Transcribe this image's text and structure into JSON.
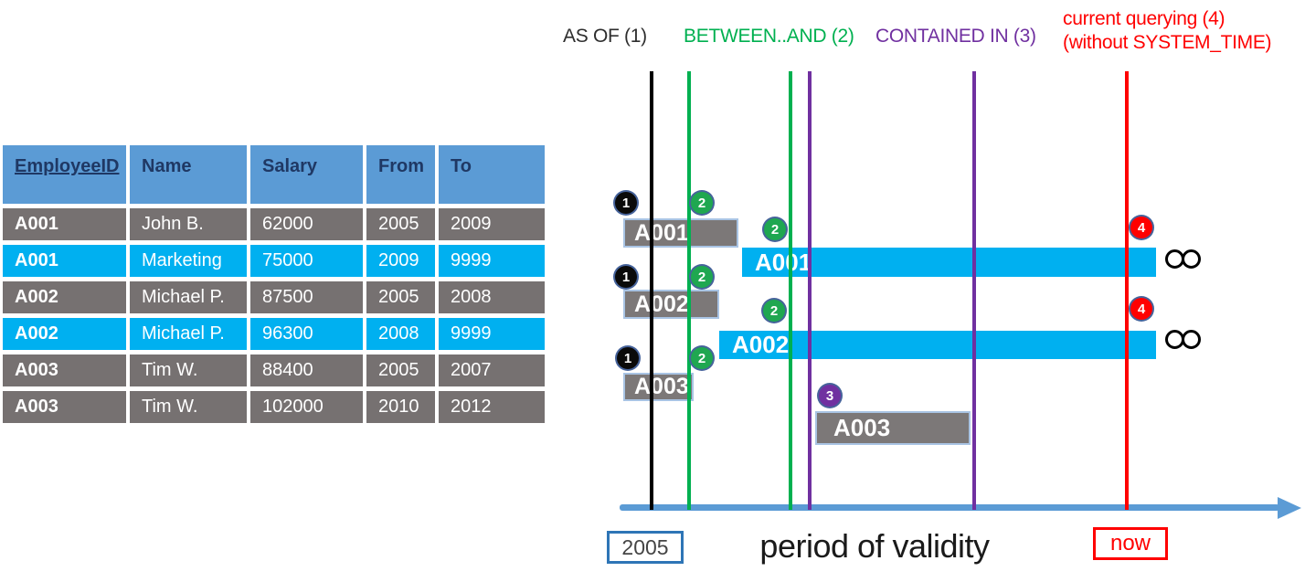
{
  "legend": {
    "as_of": "AS OF (1)",
    "between_and": "BETWEEN..AND (2)",
    "contained_in": "CONTAINED IN (3)",
    "current_querying_line1": "current querying (4)",
    "current_querying_line2": "(without SYSTEM_TIME)"
  },
  "colors": {
    "header_blue": "#5B9BD5",
    "history_gray": "#767171",
    "current_cyan": "#00B0F0",
    "green_line": "#00B050",
    "purple_line": "#7030A0",
    "red_line": "#FF0000",
    "black_line": "#000000",
    "header_text_navy": "#1F3864",
    "axis_blue": "#5B9BD5",
    "year_box_border": "#2E75B6"
  },
  "table": {
    "columns": [
      "EmployeeID",
      "Name",
      "Salary",
      "From",
      "To"
    ],
    "rows": [
      {
        "type": "history",
        "cells": [
          "A001",
          "John  B.",
          "62000",
          "2005",
          "2009"
        ]
      },
      {
        "type": "current",
        "cells": [
          "A001",
          "Marketing",
          "75000",
          "2009",
          "9999"
        ]
      },
      {
        "type": "history",
        "cells": [
          "A002",
          "Michael P.",
          "87500",
          "2005",
          "2008"
        ]
      },
      {
        "type": "current",
        "cells": [
          "A002",
          "Michael P.",
          "96300",
          "2008",
          "9999"
        ]
      },
      {
        "type": "history",
        "cells": [
          "A003",
          "Tim W.",
          "88400",
          "2005",
          "2007"
        ]
      },
      {
        "type": "history",
        "cells": [
          "A003",
          "Tim W.",
          "102000",
          "2010",
          "2012"
        ]
      }
    ]
  },
  "timeline": {
    "bars": [
      {
        "label": "A001",
        "kind": "history"
      },
      {
        "label": "A001",
        "kind": "current"
      },
      {
        "label": "A002",
        "kind": "history"
      },
      {
        "label": "A002",
        "kind": "current"
      },
      {
        "label": "A003",
        "kind": "history"
      },
      {
        "label": "A003",
        "kind": "history-contained"
      }
    ],
    "badges": [
      {
        "n": "1",
        "color": "black"
      },
      {
        "n": "2",
        "color": "green"
      },
      {
        "n": "2",
        "color": "green"
      },
      {
        "n": "1",
        "color": "black"
      },
      {
        "n": "2",
        "color": "green"
      },
      {
        "n": "2",
        "color": "green"
      },
      {
        "n": "1",
        "color": "black"
      },
      {
        "n": "2",
        "color": "green"
      },
      {
        "n": "3",
        "color": "purple"
      },
      {
        "n": "4",
        "color": "red"
      },
      {
        "n": "4",
        "color": "red"
      }
    ],
    "start_year": "2005",
    "axis_label": "period of validity",
    "now_label": "now"
  },
  "icons": {
    "infinity": "∞"
  }
}
